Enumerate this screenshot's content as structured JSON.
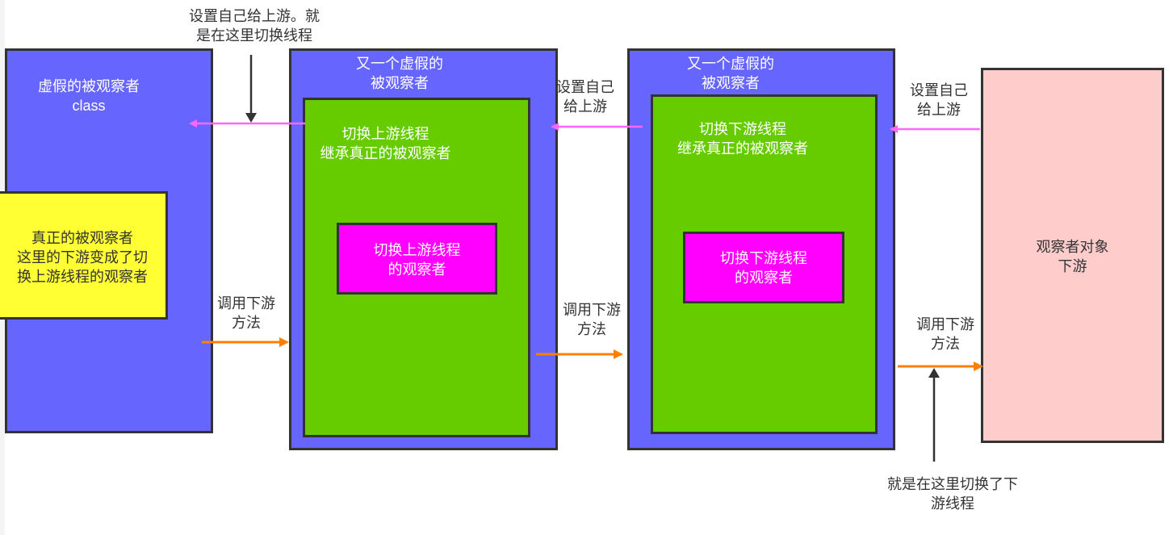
{
  "nodes": {
    "fake_observable": {
      "line1": "虚假的被观察者",
      "line2": "class"
    },
    "real_observable": {
      "line1": "真正的被观察者",
      "line2": "这里的下游变成了切",
      "line3": "换上游线程的观察者"
    },
    "fake_observable_2": {
      "line1": "又一个虚假的",
      "line2": "被观察者"
    },
    "switch_upstream": {
      "line1": "切换上游线程",
      "line2": "继承真正的被观察者"
    },
    "switch_upstream_observer": {
      "line1": "切换上游线程",
      "line2": "的观察者"
    },
    "fake_observable_3": {
      "line1": "又一个虚假的",
      "line2": "被观察者"
    },
    "switch_downstream": {
      "line1": "切换下游线程",
      "line2": "继承真正的被观察者"
    },
    "switch_downstream_observer": {
      "line1": "切换下游线程",
      "line2": "的观察者"
    },
    "observer_downstream": {
      "line1": "观察者对象",
      "line2": "下游"
    }
  },
  "labels": {
    "top_note": {
      "line1": "设置自己给上游。就",
      "line2": "是在这里切换线程"
    },
    "set_upstream_mid": {
      "line1": "设置自己",
      "line2": "给上游"
    },
    "set_upstream_right": {
      "line1": "设置自己",
      "line2": "给上游"
    },
    "call_downstream_1": {
      "line1": "调用下游",
      "line2": "方法"
    },
    "call_downstream_2": {
      "line1": "调用下游",
      "line2": "方法"
    },
    "call_downstream_3": {
      "line1": "调用下游",
      "line2": "方法"
    },
    "bottom_note": {
      "line1": "就是在这里切换了下",
      "line2": "游线程"
    }
  },
  "colors": {
    "fake_box": "#6666ff",
    "inner_green": "#66cc00",
    "magenta_box": "#ff00ff",
    "yellow_box": "#ffff33",
    "observer_box": "#ffcccc",
    "arrow_pink": "#ff66ff",
    "arrow_orange": "#ff8000",
    "arrow_dark": "#333333"
  }
}
